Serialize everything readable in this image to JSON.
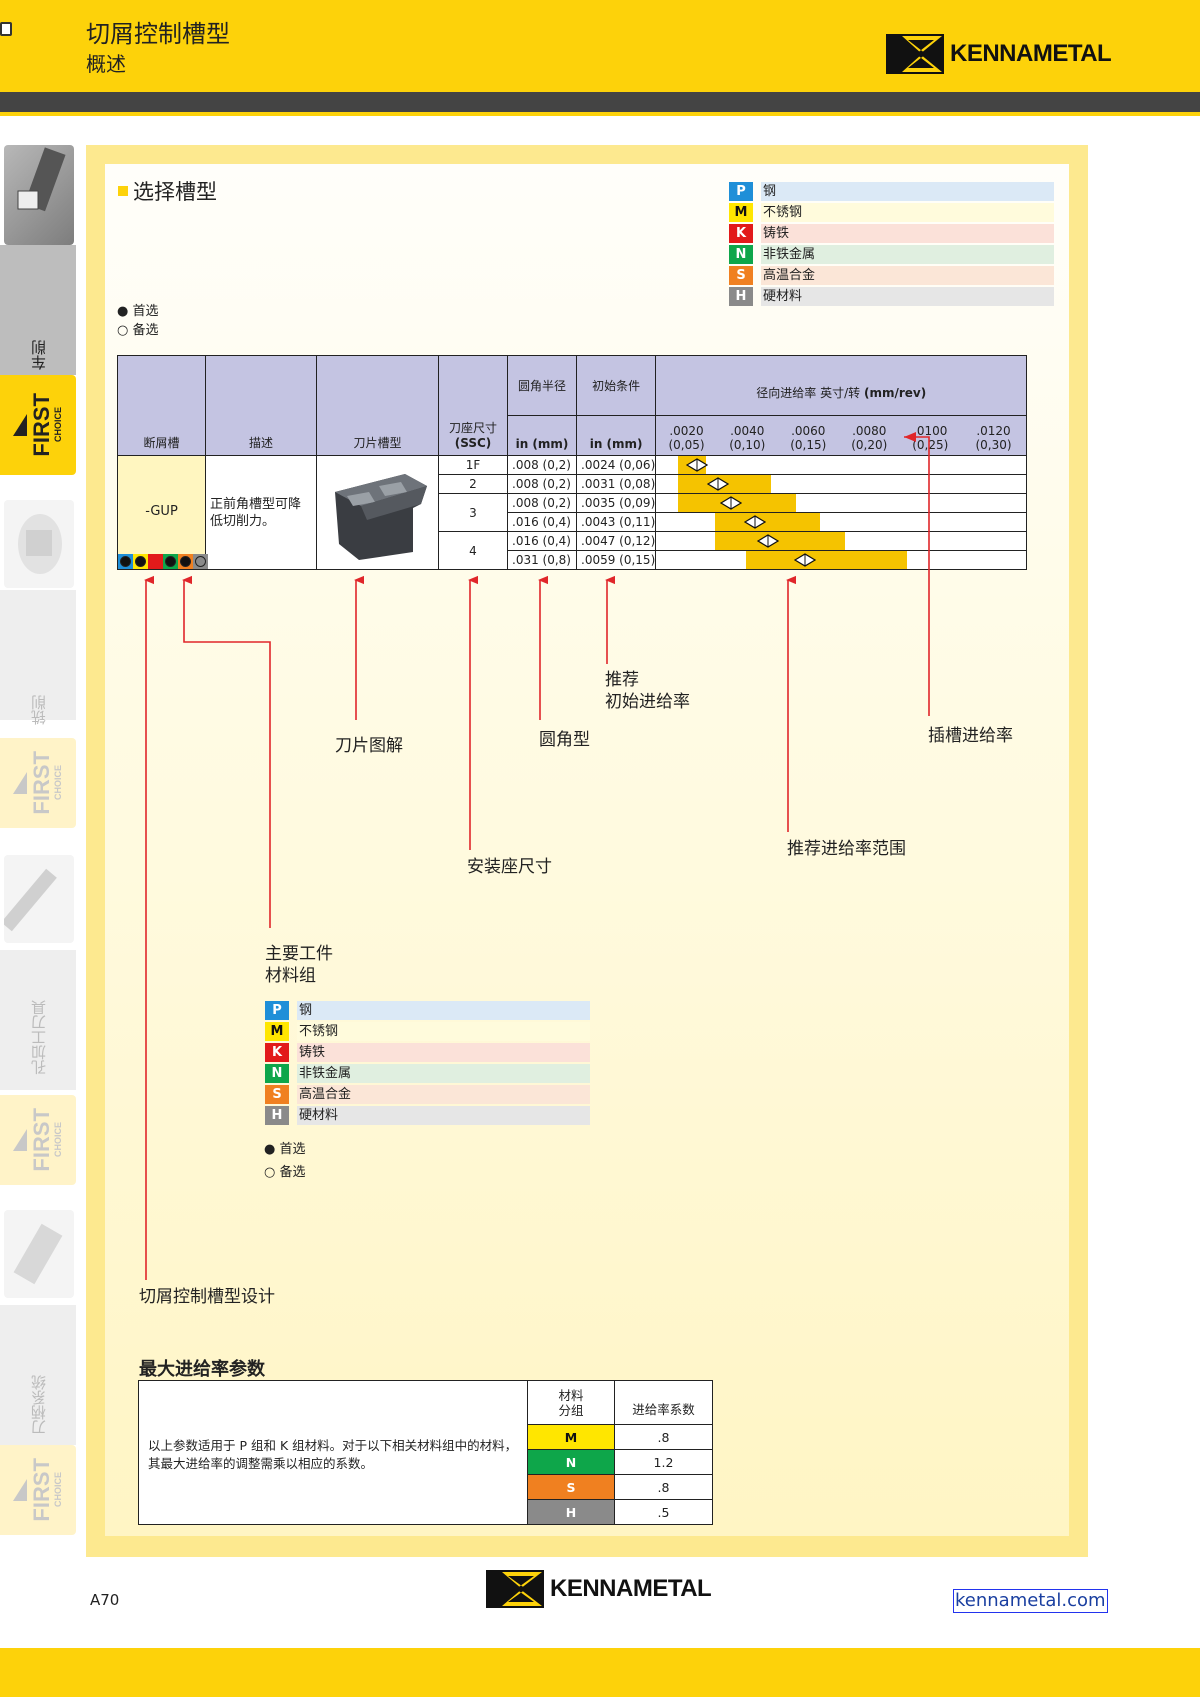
{
  "header": {
    "title": "切屑控制槽型",
    "subtitle": "概述",
    "brand": "KENNAMETAL"
  },
  "side_tabs": [
    {
      "label": "车削",
      "badge": "FIRST",
      "badge_sub": "CHOICE",
      "active": true
    },
    {
      "label": "铣削",
      "badge": "FIRST",
      "badge_sub": "CHOICE",
      "active": false
    },
    {
      "label": "孔加工刀具",
      "badge": "FIRST",
      "badge_sub": "CHOICE",
      "active": false
    },
    {
      "label": "刀柄系统",
      "badge": "FIRST",
      "badge_sub": "CHOICE",
      "active": false
    }
  ],
  "section_title": "选择槽型",
  "legend_pref": {
    "preferred": "● 首选",
    "alternate": "○ 备选"
  },
  "materials": [
    {
      "code": "P",
      "name": "钢",
      "color": "#1f8fd8",
      "bg": "#dbe9f6"
    },
    {
      "code": "M",
      "name": "不锈钢",
      "color": "#ffe600",
      "bg": "#fffbdc",
      "code_text_color": "#111"
    },
    {
      "code": "K",
      "name": "铸铁",
      "color": "#e21a1a",
      "bg": "#fbe1d9"
    },
    {
      "code": "N",
      "name": "非铁金属",
      "color": "#0ea64a",
      "bg": "#e0efe0"
    },
    {
      "code": "S",
      "name": "高温合金",
      "color": "#f08020",
      "bg": "#fbe6d7"
    },
    {
      "code": "H",
      "name": "硬材料",
      "color": "#8a8a8a",
      "bg": "#e6e6e6"
    }
  ],
  "table": {
    "headers": {
      "chipbreaker": "断屑槽",
      "description": "描述",
      "insert_geometry": "刀片槽型",
      "ssc": "刀座尺寸",
      "ssc_sub": "(SSC)",
      "corner_radius": "圆角半径",
      "start_condition": "初始条件",
      "unit": "in (mm)",
      "feed": "径向进给率 英寸/转",
      "feed_unit": "(mm/rev)"
    },
    "feed_columns": [
      {
        "in": ".0020",
        "mm": "(0,05)"
      },
      {
        "in": ".0040",
        "mm": "(0,10)"
      },
      {
        "in": ".0060",
        "mm": "(0,15)"
      },
      {
        "in": ".0080",
        "mm": "(0,20)"
      },
      {
        "in": ".0100",
        "mm": "(0,25)"
      },
      {
        "in": ".0120",
        "mm": "(0,30)"
      }
    ],
    "chipbreaker_name": "-GUP",
    "description_text": "正前角槽型可降低切削力。",
    "material_dots": [
      {
        "code": "P",
        "color": "#1f8fd8",
        "pref": "preferred"
      },
      {
        "code": "M",
        "color": "#ffe600",
        "pref": "preferred"
      },
      {
        "code": "K",
        "color": "#e21a1a",
        "pref": "none"
      },
      {
        "code": "N",
        "color": "#0ea64a",
        "pref": "preferred"
      },
      {
        "code": "S",
        "color": "#f08020",
        "pref": "preferred"
      },
      {
        "code": "H",
        "color": "#8a8a8a",
        "pref": "alternate"
      }
    ],
    "rows": [
      {
        "ssc": "1F",
        "radius": ".008 (0,2)",
        "start": ".0024 (0,06)",
        "feed_min": 0.0018,
        "feed_max": 0.0027,
        "feed_start": 0.0024
      },
      {
        "ssc": "2",
        "radius": ".008 (0,2)",
        "start": ".0031 (0,08)",
        "feed_min": 0.0018,
        "feed_max": 0.0048,
        "feed_start": 0.0031
      },
      {
        "ssc": "3",
        "radius": ".008 (0,2)",
        "start": ".0035 (0,09)",
        "feed_min": 0.0018,
        "feed_max": 0.0056,
        "feed_start": 0.0035
      },
      {
        "ssc": "",
        "radius": ".016 (0,4)",
        "start": ".0043 (0,11)",
        "feed_min": 0.003,
        "feed_max": 0.0064,
        "feed_start": 0.0043
      },
      {
        "ssc": "4",
        "radius": ".016 (0,4)",
        "start": ".0047 (0,12)",
        "feed_min": 0.003,
        "feed_max": 0.0072,
        "feed_start": 0.0047
      },
      {
        "ssc": "",
        "radius": ".031 (0,8)",
        "start": ".0059 (0,15)",
        "feed_min": 0.004,
        "feed_max": 0.0092,
        "feed_start": 0.0059
      }
    ]
  },
  "annotations": {
    "insert_diagram": "刀片图解",
    "corner_type": "圆角型",
    "recommended_start": "推荐\n初始进给率",
    "grooving_feed": "插槽进给率",
    "feed_range": "推荐进给率范围",
    "seat_size": "安装座尺寸",
    "material_group": "主要工件\n材料组",
    "design": "切屑控制槽型设计"
  },
  "max_feed": {
    "title": "最大进给率参数",
    "note": "以上参数适用于 P 组和 K 组材料。对于以下相关材料组中的材料，其最大进给率的调整需乘以相应的系数。",
    "col_group": "材料\n分组",
    "col_factor": "进给率系数",
    "rows": [
      {
        "code": "M",
        "factor": ".8",
        "color": "#ffe600",
        "text_color": "#111"
      },
      {
        "code": "N",
        "factor": "1.2",
        "color": "#0ea64a",
        "text_color": "#fff"
      },
      {
        "code": "S",
        "factor": ".8",
        "color": "#f08020",
        "text_color": "#fff"
      },
      {
        "code": "H",
        "factor": ".5",
        "color": "#8a8a8a",
        "text_color": "#fff"
      }
    ]
  },
  "footer": {
    "page": "A70",
    "brand": "KENNAMETAL",
    "website": "kennametal.com"
  }
}
